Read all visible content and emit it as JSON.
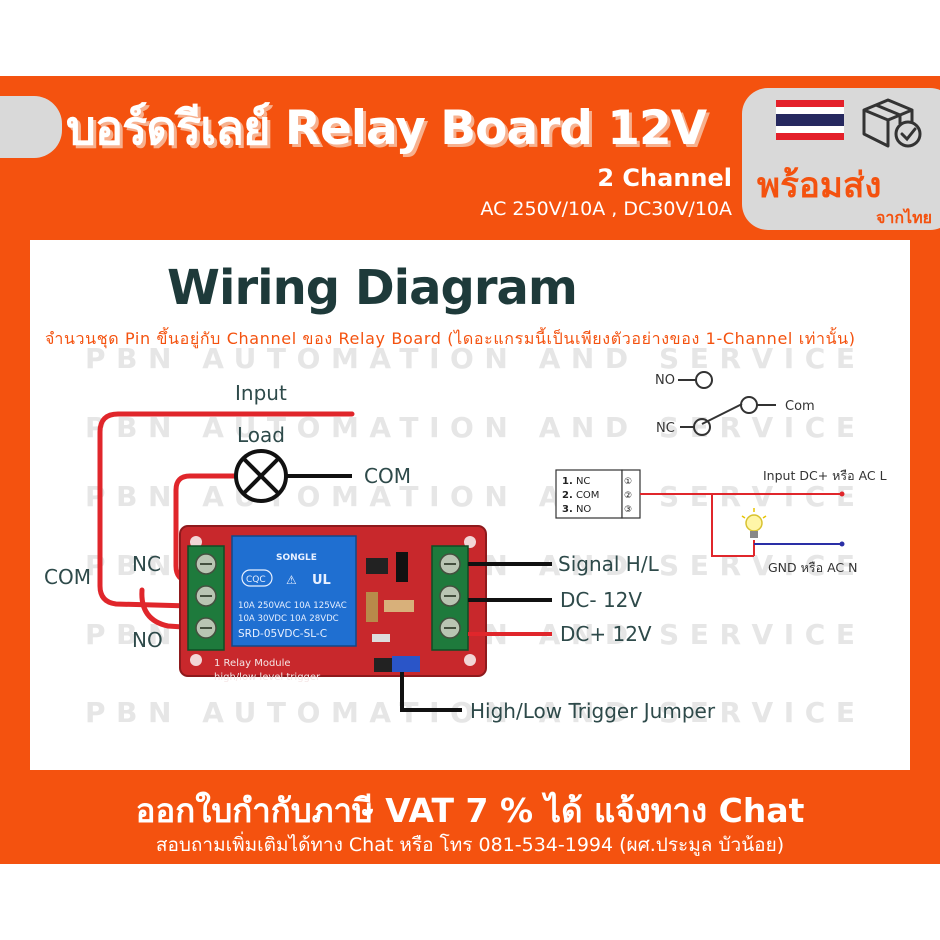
{
  "header": {
    "title": "บอร์ดรีเลย์ Relay Board 12V",
    "subtitle_channel": "2 Channel",
    "subtitle_rating": "AC 250V/10A , DC30V/10A"
  },
  "badge": {
    "ready_text": "พร้อมส่ง",
    "origin_text": "จากไทย",
    "flag_icon": "thailand-flag-icon",
    "box_icon": "package-check-icon"
  },
  "diagram": {
    "title": "Wiring Diagram",
    "note": "จำนวนชุด Pin ขึ้นอยู่กับ Channel ของ Relay Board (ไดอะแกรมนี้เป็นเพียงตัวอย่างของ 1-Channel เท่านั้น)",
    "watermark": "PBN AUTOMATION AND SERVICE",
    "labels": {
      "input": "Input",
      "load": "Load",
      "com_right": "COM",
      "com_left": "COM",
      "nc": "NC",
      "no": "NO",
      "signal": "Signal H/L",
      "dc_minus": "DC- 12V",
      "dc_plus": "DC+ 12V",
      "jumper": "High/Low Trigger Jumper"
    },
    "switch_symbol": {
      "no": "NO",
      "nc": "NC",
      "com": "Com"
    },
    "terminal_block": {
      "rows": [
        {
          "num": "1.",
          "name": "NC",
          "circ": "①"
        },
        {
          "num": "2.",
          "name": "COM",
          "circ": "②"
        },
        {
          "num": "3.",
          "name": "NO",
          "circ": "③"
        }
      ]
    },
    "circuit_labels": {
      "input": "Input DC+ หรือ AC L",
      "gnd": "GND หรือ AC N"
    },
    "relay_module": {
      "brand": "SONGLE",
      "rating1": "10A 250VAC  10A 125VAC",
      "rating2": "10A  30VDC  10A  28VDC",
      "model": "SRD-05VDC-SL-C",
      "module_text1": "1 Relay  Module",
      "module_text2": "high/low level trigger"
    }
  },
  "footer": {
    "vat": "ออกใบกำกับภาษี VAT 7 % ได้ แจ้งทาง Chat",
    "contact": "สอบถามเพิ่มเติมได้ทาง Chat หรือ โทร 081-534-1994 (ผศ.ประมูล บัวน้อย)"
  },
  "colors": {
    "brand_orange": "#f4520f",
    "heading_dark": "#1e3a3a",
    "wire_red": "#e0262b",
    "wire_blue": "#2a2fa6",
    "board_red": "#c8282c",
    "relay_blue": "#1f6fd1",
    "terminal_green": "#1e7a3c"
  }
}
